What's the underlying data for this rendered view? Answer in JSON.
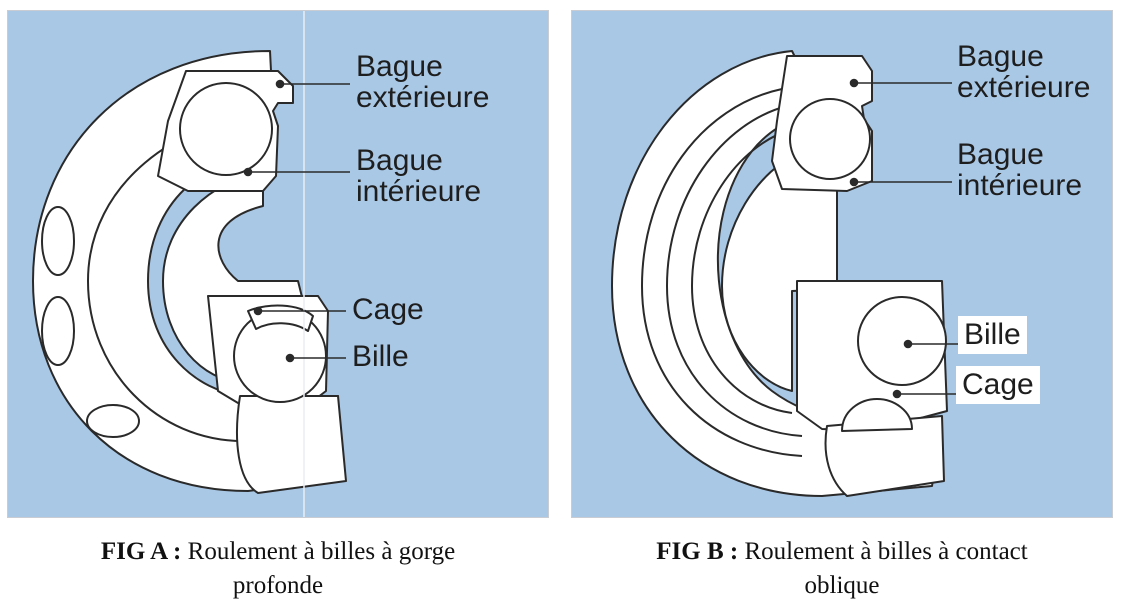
{
  "colors": {
    "background": "#a9c8e6",
    "bearing_fill": "#ffffff",
    "line": "#2a2a2a"
  },
  "figure_a": {
    "labels": {
      "outer_ring": [
        "Bague",
        "extérieure"
      ],
      "inner_ring": [
        "Bague",
        "intérieure"
      ],
      "cage": "Cage",
      "ball": "Bille"
    },
    "caption": {
      "prefix": "FIG A :",
      "line1": "Roulement à billes à gorge",
      "line2": "profonde"
    }
  },
  "figure_b": {
    "labels": {
      "outer_ring": [
        "Bague",
        "extérieure"
      ],
      "inner_ring": [
        "Bague",
        "intérieure"
      ],
      "ball": "Bille",
      "cage": "Cage"
    },
    "caption": {
      "prefix": "FIG B :",
      "line1": "Roulement à billes à contact",
      "line2": "oblique"
    }
  }
}
